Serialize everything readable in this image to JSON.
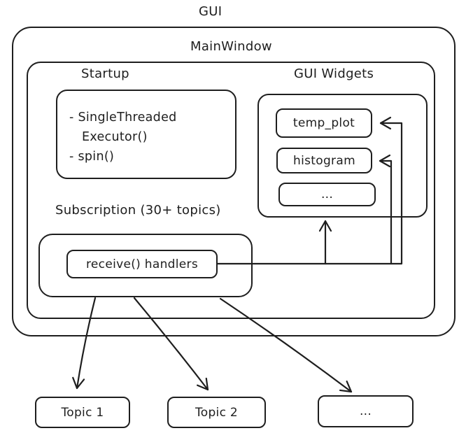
{
  "colors": {
    "stroke": "#1e1e1e",
    "background": "#ffffff"
  },
  "diagram": {
    "title": "GUI",
    "main_window": {
      "label": "MainWindow",
      "startup": {
        "label": "Startup",
        "lines": [
          "- SingleThreaded",
          "Executor()",
          "- spin()"
        ]
      },
      "gui_widgets": {
        "label": "GUI Widgets",
        "widgets": [
          {
            "label": "temp_plot"
          },
          {
            "label": "histogram"
          },
          {
            "label": "..."
          }
        ]
      },
      "subscription": {
        "label": "Subscription (30+ topics)",
        "handler": "receive() handlers"
      }
    },
    "topics": [
      {
        "label": "Topic 1"
      },
      {
        "label": "Topic 2"
      },
      {
        "label": "..."
      }
    ]
  }
}
